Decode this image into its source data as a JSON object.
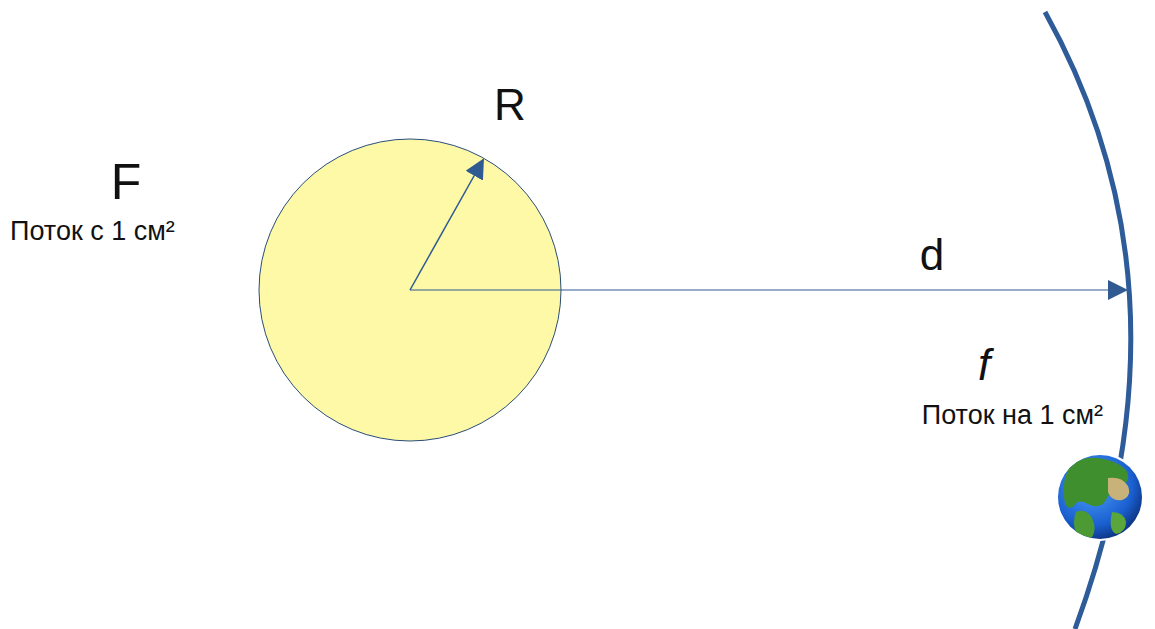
{
  "diagram": {
    "labels": [
      "R",
      "F",
      "Поток с 1 см²",
      "d",
      "f",
      "Поток на 1 см²"
    ]
  }
}
